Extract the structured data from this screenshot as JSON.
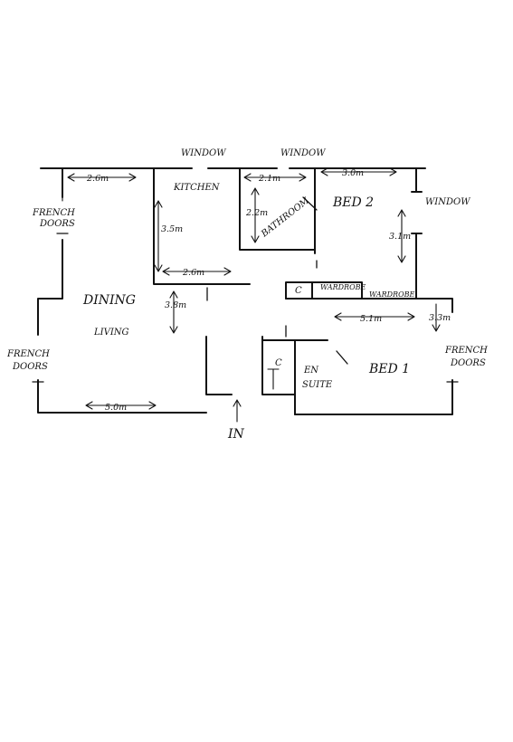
{
  "labels": {
    "window_1": "WINDOW",
    "window_2": "WINDOW",
    "window_3": "WINDOW",
    "kitchen": "KITCHEN",
    "bathroom": "BATHROOM",
    "bed2": "BED 2",
    "bed1": "BED 1",
    "dining": "DINING",
    "living": "LIVING",
    "french_doors_1_line1": "FRENCH",
    "french_doors_1_line2": "DOORS",
    "french_doors_2_line1": "FRENCH",
    "french_doors_2_line2": "DOORS",
    "french_doors_3_line1": "FRENCH",
    "french_doors_3_line2": "DOORS",
    "wardrobe_1": "WARDROBE",
    "wardrobe_2": "WARDROBE",
    "cupboard_1": "C",
    "cupboard_2": "C",
    "en_suite_line1": "EN",
    "en_suite_line2": "SUITE",
    "entry": "IN"
  },
  "dimensions": {
    "dining_top_width": "2.6m",
    "bathroom_width": "2.1m",
    "bed2_width": "3.0m",
    "kitchen_depth": "3.5m",
    "bathroom_depth": "2.2m",
    "bed2_depth": "3.1m",
    "kitchen_width": "2.6m",
    "living_depth": "3.8m",
    "bed1_width": "5.1m",
    "bed1_depth": "3.3m",
    "living_width": "5.0m"
  }
}
